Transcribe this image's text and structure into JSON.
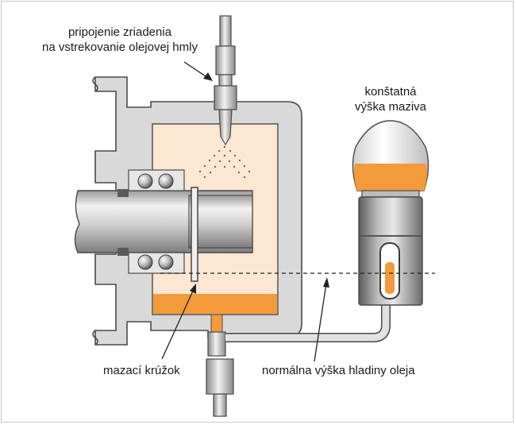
{
  "labels": {
    "mist_device_line1": "pripojenie zriadenia",
    "mist_device_line2": "na vstrekovanie olejovej hmly",
    "constant_level_line1": "konštatná",
    "constant_level_line2": "výška maziva",
    "oil_ring": "mazací krúžok",
    "normal_oil_level": "normálna výška hladiny oleja"
  },
  "colors": {
    "housing_gray": "#d9d9d9",
    "housing_outline": "#4a4a4a",
    "chamber_fill": "#fde6d2",
    "oil_orange": "#f39a3a",
    "metal_dark": "#6e6e6e",
    "metal_light": "#e6e6e6",
    "glass": "#f4f4f4"
  }
}
